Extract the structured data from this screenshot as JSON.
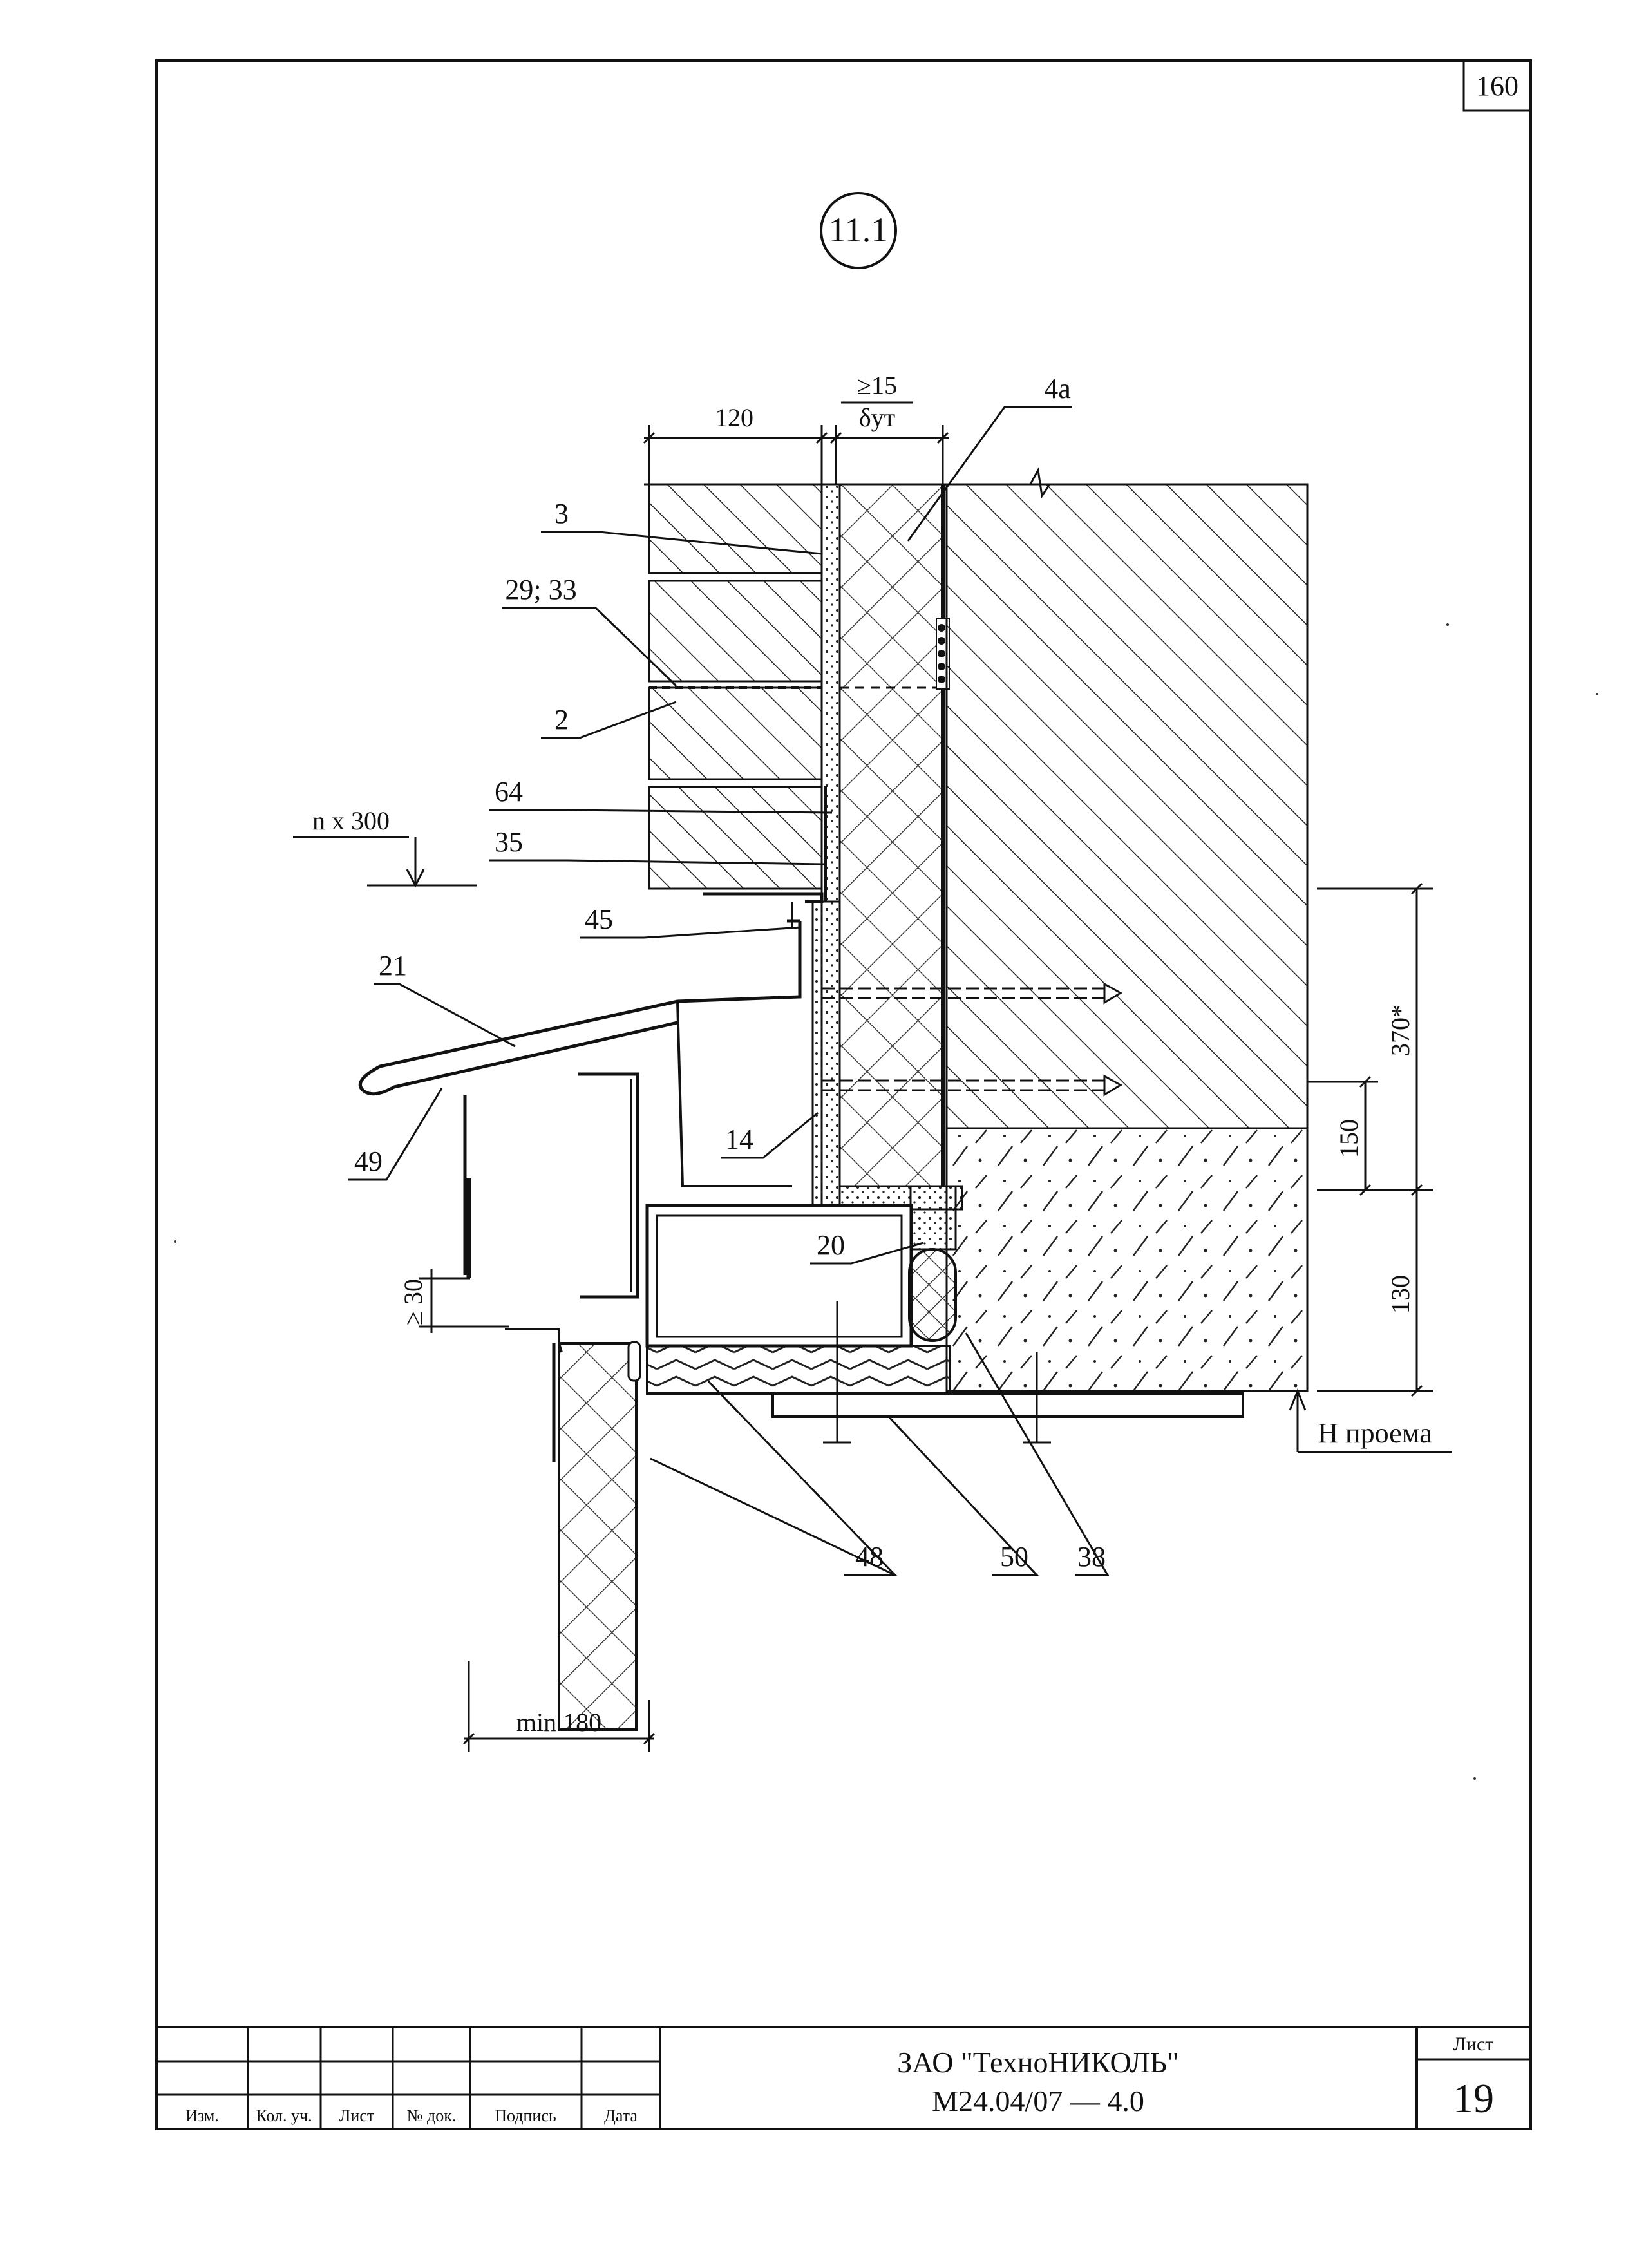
{
  "sheet_code": "160",
  "detail_id": "11.1",
  "dimensions": {
    "brick_width": "120",
    "air_gap": "≥15",
    "insulation": "δут",
    "step": "n x 300",
    "height_total": "370*",
    "height_150": "150",
    "height_130": "130",
    "overlap": "≥ 30",
    "min_width": "min 180",
    "opening_level": "Н проема"
  },
  "callouts": {
    "c4a": "4а",
    "c3": "3",
    "c29": "29; 33",
    "c2": "2",
    "c64": "64",
    "c35": "35",
    "c45": "45",
    "c21": "21",
    "c49": "49",
    "c14": "14",
    "c20": "20",
    "c48": "48",
    "c50": "50",
    "c38": "38"
  },
  "title_block": {
    "company": "ЗАО \"ТехноНИКОЛЬ\"",
    "doc_code": "М24.04/07 — 4.0",
    "sheet_label": "Лист",
    "sheet_number": "19",
    "columns": [
      "Изм.",
      "Кол. уч.",
      "Лист",
      "№ док.",
      "Подпись",
      "Дата"
    ]
  }
}
